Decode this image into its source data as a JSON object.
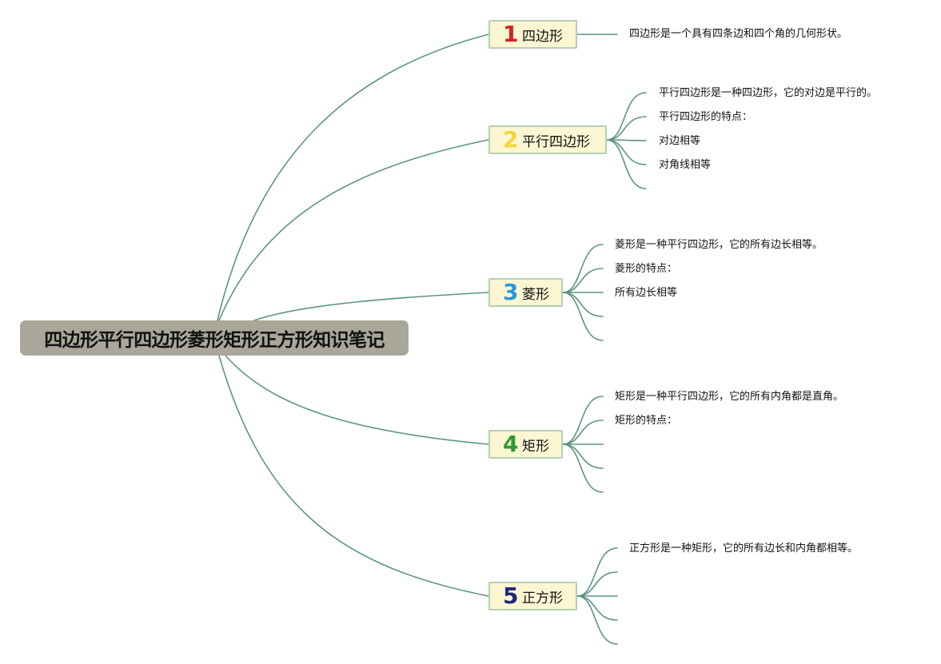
{
  "root": {
    "label": "四边形平行四边形菱形矩形正方形知识笔记"
  },
  "topics": [
    {
      "number": "1",
      "number_color": "#d62027",
      "label": "四边形",
      "details": [
        "四边形是一个具有四条边和四个角的几何形状。"
      ]
    },
    {
      "number": "2",
      "number_color": "#f5d33a",
      "label": "平行四边形",
      "details": [
        "平行四边形是一种四边形，它的对边是平行的。",
        "平行四边形的特点：",
        "对边相等",
        "对角线相等",
        ""
      ]
    },
    {
      "number": "3",
      "number_color": "#2a9ad8",
      "label": "菱形",
      "details": [
        "菱形是一种平行四边形，它的所有边长相等。",
        "菱形的特点：",
        "所有边长相等",
        "",
        ""
      ]
    },
    {
      "number": "4",
      "number_color": "#2e9a32",
      "label": "矩形",
      "details": [
        "矩形是一种平行四边形，它的所有内角都是直角。",
        "矩形的特点：",
        "",
        "",
        ""
      ]
    },
    {
      "number": "5",
      "number_color": "#1f2a78",
      "label": "正方形",
      "details": [
        "正方形是一种矩形，它的所有边长和内角都相等。",
        "",
        "",
        "",
        ""
      ]
    }
  ],
  "colors": {
    "connector": "#5d9484",
    "root_fill": "#a9a79a",
    "topic_fill": "#fdf6d3",
    "topic_border": "#b4cfb2"
  }
}
